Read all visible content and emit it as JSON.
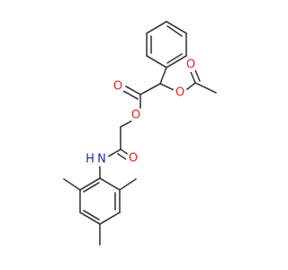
{
  "molecule": {
    "atom_labels": {
      "o_carbonyl_ester": "O",
      "o_acetyl_carbonyl": "O",
      "o_acetoxy": "O",
      "o_ester_link": "O",
      "o_amide": "O",
      "n_amide": "N",
      "h_amide": "H"
    },
    "colors": {
      "bond": "#3a3a3a",
      "oxygen": "#e8241c",
      "nitrogen": "#1f2f9c",
      "background": "#ffffff"
    }
  }
}
